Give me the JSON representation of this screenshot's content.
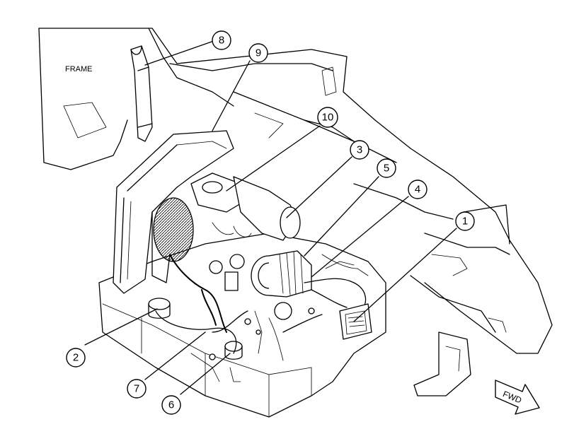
{
  "labels": {
    "frame": "FRAME",
    "forward": "FWD"
  },
  "callouts": [
    "1",
    "2",
    "3",
    "4",
    "5",
    "6",
    "7",
    "8",
    "9",
    "10"
  ]
}
